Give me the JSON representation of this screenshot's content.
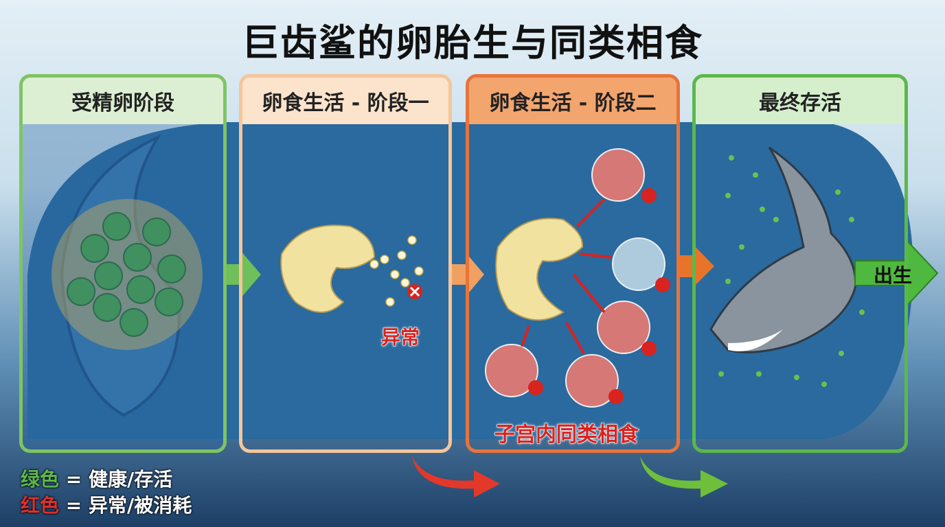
{
  "title": "巨齿鲨的卵胎生与同类相食",
  "panels": [
    {
      "header": "受精卵阶段"
    },
    {
      "header": "卵食生活 - 阶段一",
      "label": "异常"
    },
    {
      "header": "卵食生活 - 阶段二",
      "label": "子宫内同类相食"
    },
    {
      "header": "最终存活"
    }
  ],
  "birth_label": "出生",
  "legend": {
    "green_word": "绿色",
    "green_meaning": "= 健康/存活",
    "red_word": "红色",
    "red_meaning": "= 异常/被消耗"
  },
  "colors": {
    "green": "#5cb84a",
    "red": "#e0302a",
    "uterus": "#2a6a9e"
  }
}
